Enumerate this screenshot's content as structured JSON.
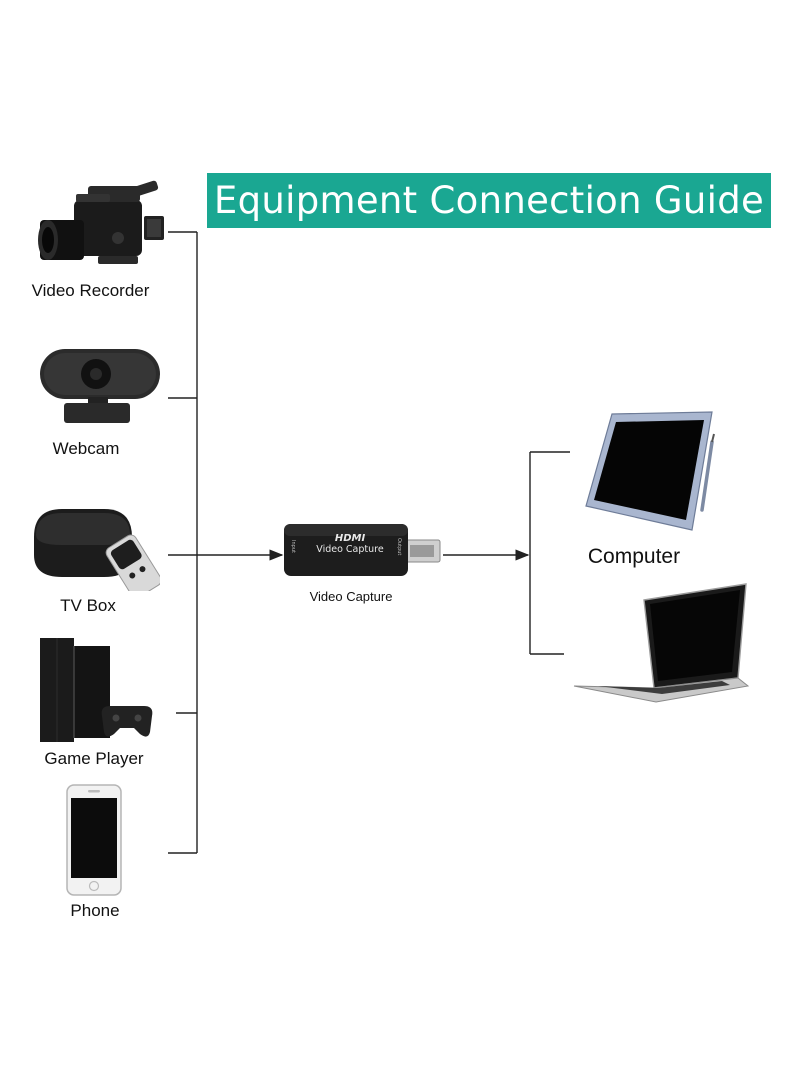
{
  "title": "Equipment Connection Guide",
  "colors": {
    "accent": "#1aa792",
    "device": "#1b1b1b",
    "line": "#222222"
  },
  "sources": [
    {
      "label": "Video Recorder",
      "icon": "video-recorder-icon"
    },
    {
      "label": "Webcam",
      "icon": "webcam-icon"
    },
    {
      "label": "TV Box",
      "icon": "tv-box-icon"
    },
    {
      "label": "Game Player",
      "icon": "game-console-icon"
    },
    {
      "label": "Phone",
      "icon": "phone-icon"
    }
  ],
  "capture": {
    "label": "Video Capture",
    "body_brand": "HDMI",
    "body_text": "Video Capture",
    "port_in": "Input",
    "port_out": "Output",
    "icon": "capture-dongle-icon"
  },
  "target": {
    "label": "Computer",
    "devices": [
      "tablet-icon",
      "laptop-icon"
    ]
  }
}
